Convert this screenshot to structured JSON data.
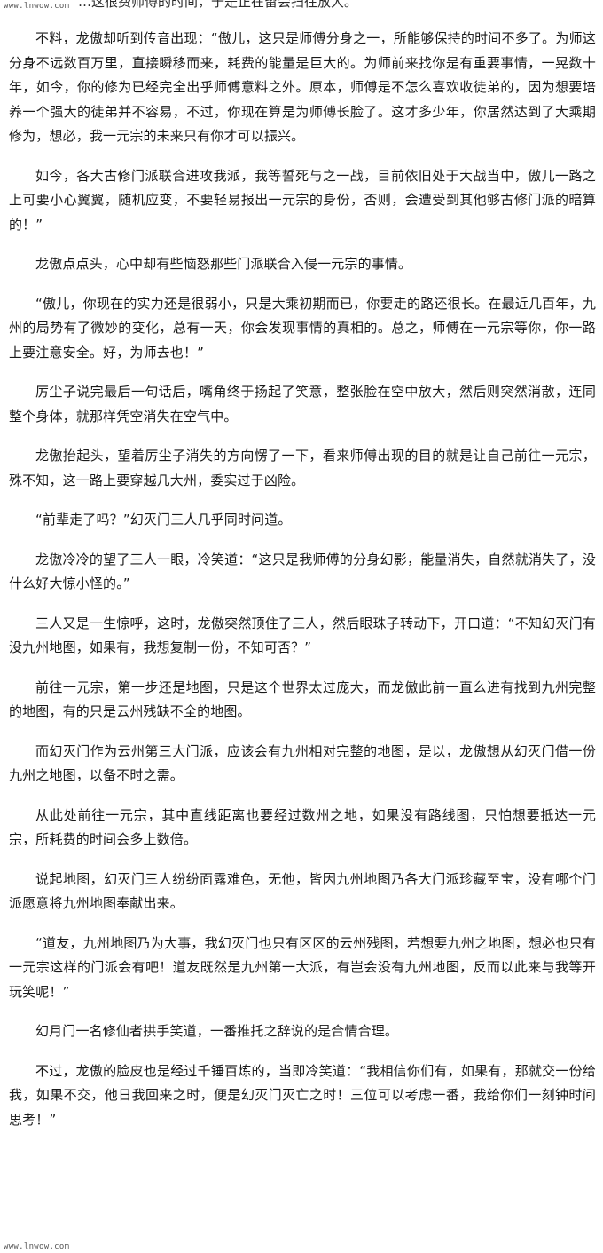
{
  "watermark_top": "www.lnwow.com",
  "watermark_bottom": "www.lnwow.com",
  "top_fragment": "…这很费师傅的时间，于是正在留会扫往放大。",
  "paragraphs": [
    "不料，龙傲却听到传音出现：“傲儿，这只是师傅分身之一，所能够保持的时间不多了。为师这分身不远数百万里，直接瞬移而来，耗费的能量是巨大的。为师前来找你是有重要事情，一晃数十年，如今，你的修为已经完全出乎师傅意料之外。原本，师傅是不怎么喜欢收徒弟的，因为想要培养一个强大的徒弟并不容易，不过，你现在算是为师傅长脸了。这才多少年，你居然达到了大乘期修为，想必，我一元宗的未来只有你才可以振兴。",
    "如今，各大古修门派联合进攻我派，我等誓死与之一战，目前依旧处于大战当中，傲儿一路之上可要小心翼翼，随机应变，不要轻易报出一元宗的身份，否则，会遭受到其他够古修门派的暗算的！”",
    "龙傲点点头，心中却有些恼怒那些门派联合入侵一元宗的事情。",
    "“傲儿，你现在的实力还是很弱小，只是大乘初期而已，你要走的路还很长。在最近几百年，九州的局势有了微妙的变化，总有一天，你会发现事情的真相的。总之，师傅在一元宗等你，你一路上要注意安全。好，为师去也！”",
    "厉尘子说完最后一句话后，嘴角终于扬起了笑意，整张脸在空中放大，然后则突然消散，连同整个身体，就那样凭空消失在空气中。",
    "龙傲抬起头，望着厉尘子消失的方向愣了一下，看来师傅出现的目的就是让自己前往一元宗，殊不知，这一路上要穿越几大州，委实过于凶险。",
    "“前辈走了吗？”幻灭门三人几乎同时问道。",
    "龙傲冷冷的望了三人一眼，冷笑道：“这只是我师傅的分身幻影，能量消失，自然就消失了，没什么好大惊小怪的。”",
    "三人又是一生惊呼，这时，龙傲突然顶住了三人，然后眼珠子转动下，开口道：“不知幻灭门有没九州地图，如果有，我想复制一份，不知可否？”",
    "前往一元宗，第一步还是地图，只是这个世界太过庞大，而龙傲此前一直么进有找到九州完整的地图，有的只是云州残缺不全的地图。",
    "而幻灭门作为云州第三大门派，应该会有九州相对完整的地图，是以，龙傲想从幻灭门借一份九州之地图，以备不时之需。",
    "从此处前往一元宗，其中直线距离也要经过数州之地，如果没有路线图，只怕想要抵达一元宗，所耗费的时间会多上数倍。",
    "说起地图，幻灭门三人纷纷面露难色，无他，皆因九州地图乃各大门派珍藏至宝，没有哪个门派愿意将九州地图奉献出来。",
    "“道友，九州地图乃为大事，我幻灭门也只有区区的云州残图，若想要九州之地图，想必也只有一元宗这样的门派会有吧！道友既然是九州第一大派，有岂会没有九州地图，反而以此来与我等开玩笑呢！”",
    "幻月门一名修仙者拱手笑道，一番推托之辞说的是合情合理。",
    "不过，龙傲的脸皮也是经过千锤百炼的，当即冷笑道：“我相信你们有，如果有，那就交一份给我，如果不交，他日我回来之时，便是幻灭门灭亡之时！三位可以考虑一番，我给你们一刻钟时间思考！”"
  ]
}
